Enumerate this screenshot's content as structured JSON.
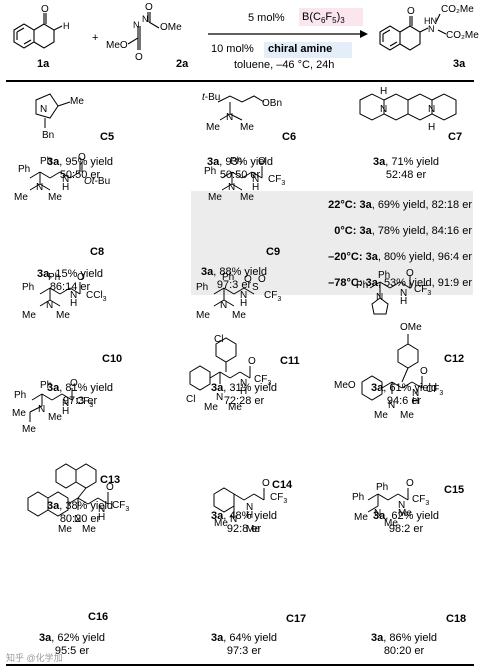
{
  "scheme": {
    "cat_loading_1": "5 mol%",
    "cat_1": "B(C6F5)3",
    "cat_loading_2": "10 mol%",
    "cat_2": "chiral amine",
    "conditions": "toluene, –46 °C, 24h",
    "label_1a": "1a",
    "label_2a": "2a",
    "label_3a": "3a",
    "plus": "+"
  },
  "colors": {
    "pink": "#fbe6ef",
    "blue": "#e3eef8",
    "gray": "#ececec"
  },
  "catalysts": [
    {
      "id": "C5",
      "yield": "3a, 95% yield",
      "er": "50:50 er"
    },
    {
      "id": "C6",
      "yield": "3a, 93% yield",
      "er": "50:50 er"
    },
    {
      "id": "C7",
      "yield": "3a, 71% yield",
      "er": "52:48 er"
    },
    {
      "id": "C8",
      "yield": "3a, 15% yield",
      "er": "86:14 er"
    },
    {
      "id": "C9",
      "yield": "3a, 88% yield",
      "er": "97:3 er"
    },
    {
      "id": "C10",
      "yield": "3a, 81% yield",
      "er": "97:3 er"
    },
    {
      "id": "C11",
      "yield": "3a, 31% yield",
      "er": "72:28 er"
    },
    {
      "id": "C12",
      "yield": "3a, 61% yield",
      "er": "94:6 er"
    },
    {
      "id": "C13",
      "yield": "3a, 38% yield",
      "er": "80:20 er"
    },
    {
      "id": "C14",
      "yield": "3a, 48% yield",
      "er": "92:8 er"
    },
    {
      "id": "C15",
      "yield": "3a, 62% yield",
      "er": "98:2 er"
    },
    {
      "id": "C16",
      "yield": "3a, 62% yield",
      "er": "95:5 er"
    },
    {
      "id": "C17",
      "yield": "3a, 64% yield",
      "er": "97:3 er"
    },
    {
      "id": "C18",
      "yield": "3a, 86% yield",
      "er": "80:20 er"
    }
  ],
  "temperature_study": [
    {
      "temp": "22°C:",
      "result": "3a, 69% yield, 82:18 er"
    },
    {
      "temp": "0°C:",
      "result": "3a, 78% yield, 84:16 er"
    },
    {
      "temp": "–20°C:",
      "result": "3a, 80% yield, 96:4 er"
    },
    {
      "temp": "–78°C:",
      "result": "3a, 53% yield, 91:9 er"
    }
  ],
  "watermark": "知乎 @化学加"
}
